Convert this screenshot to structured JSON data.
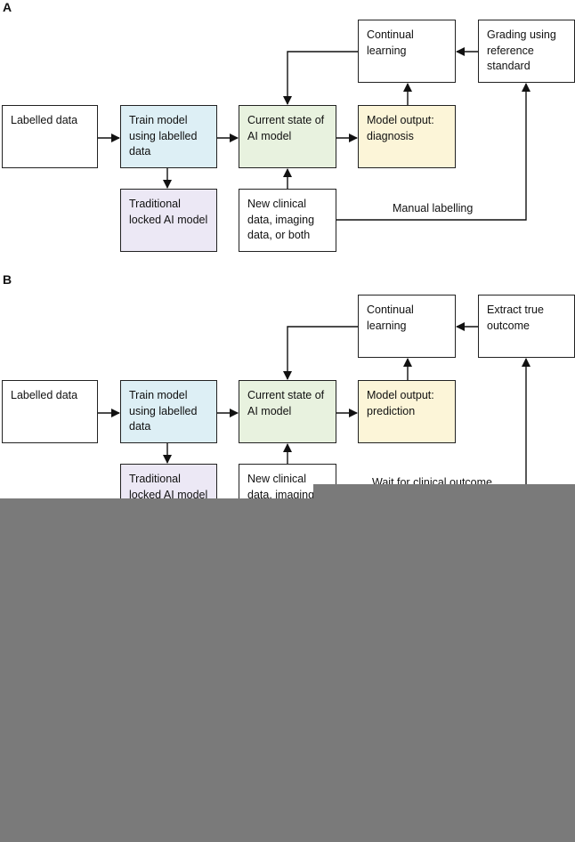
{
  "panel_a": {
    "label": "A",
    "labelled_data": "Labelled data",
    "train_model": "Train model\nusing labelled\ndata",
    "current_state": "Current state of\nAI model",
    "model_output": "Model output:\ndiagnosis",
    "continual_learning": "Continual\nlearning",
    "grading": "Grading using\nreference\nstandard",
    "traditional": "Traditional\nlocked AI model",
    "new_clinical": "New clinical\ndata, imaging\ndata, or both",
    "edge_label": "Manual labelling"
  },
  "panel_b": {
    "label": "B",
    "labelled_data": "Labelled data",
    "train_model": "Train model\nusing labelled\ndata",
    "current_state": "Current state of\nAI model",
    "model_output": "Model output:\nprediction",
    "continual_learning": "Continual\nlearning",
    "extract": "Extract true\noutcome",
    "traditional": "Traditional\nlocked AI model",
    "new_clinical": "New clinical\ndata, imaging",
    "edge_label": "Wait for clinical outcome"
  },
  "colors": {
    "train_model": "#ddeff5",
    "current_state": "#e8f2df",
    "model_output": "#fcf5d8",
    "traditional": "#ece8f5",
    "redaction_overlay": "#7a7a7a"
  }
}
